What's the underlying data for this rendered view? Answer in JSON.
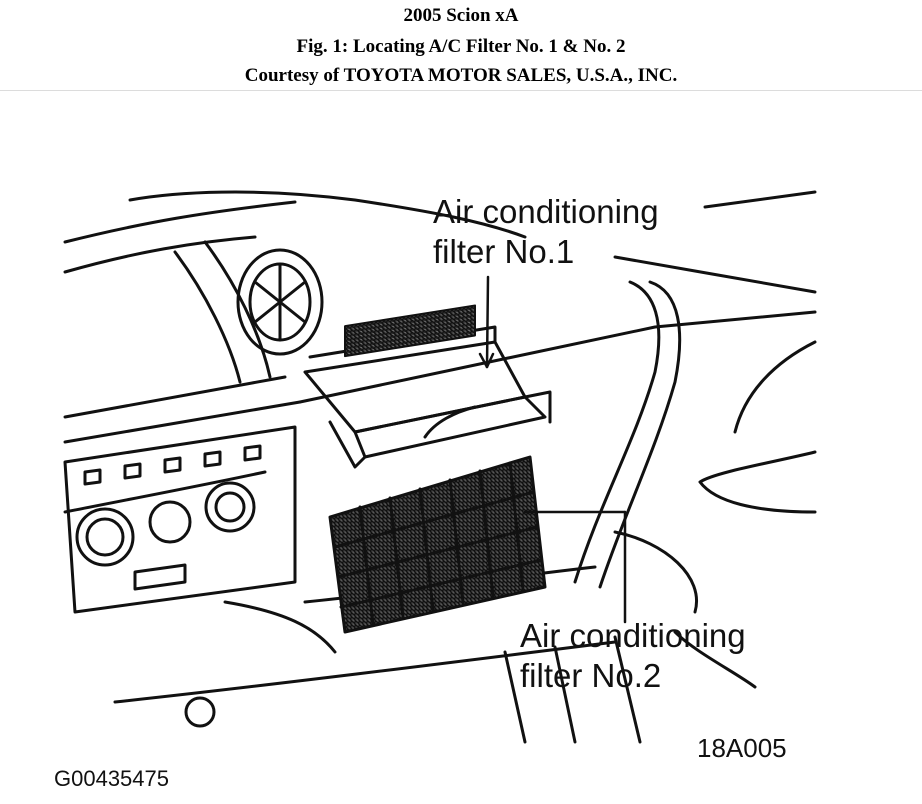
{
  "header": {
    "line1": "2005 Scion xA",
    "line2": "Fig. 1: Locating A/C Filter No. 1 & No. 2",
    "line3": "Courtesy of TOYOTA MOTOR SALES, U.S.A., INC."
  },
  "figure": {
    "callout_filter1_line1": "Air conditioning",
    "callout_filter1_line2": "filter  No.1",
    "callout_filter2_line1": "Air conditioning",
    "callout_filter2_line2": "filter  No.2",
    "figure_code": "18A005",
    "graphic_id": "G00435475"
  }
}
